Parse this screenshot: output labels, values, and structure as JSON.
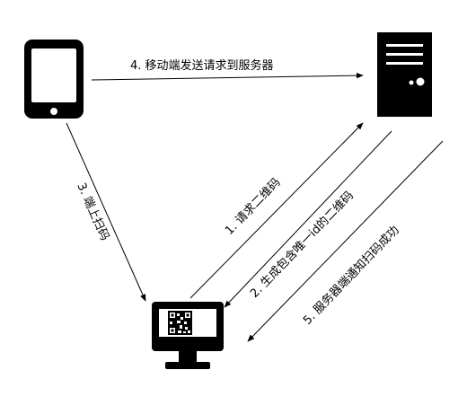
{
  "nodes": {
    "phone": {
      "icon": "mobile-phone-icon"
    },
    "server": {
      "icon": "server-tower-icon"
    },
    "monitor": {
      "icon": "desktop-monitor-icon",
      "qr": "qr-code-icon"
    }
  },
  "edges": [
    {
      "id": "step4",
      "label": "4. 移动端发送请求到服务器",
      "from": "phone",
      "to": "server"
    },
    {
      "id": "step3",
      "label": "3. 端上扫码",
      "from": "phone",
      "to": "monitor"
    },
    {
      "id": "step1",
      "label": "1. 请求二维码",
      "from": "monitor",
      "to": "server"
    },
    {
      "id": "step2",
      "label": "2. 生成包含唯一id的二维码",
      "from": "server",
      "to": "monitor"
    },
    {
      "id": "step5",
      "label": "5. 服务器端通知扫码成功",
      "from": "server",
      "to": "monitor"
    }
  ],
  "colors": {
    "stroke": "#000000",
    "background": "#ffffff"
  }
}
